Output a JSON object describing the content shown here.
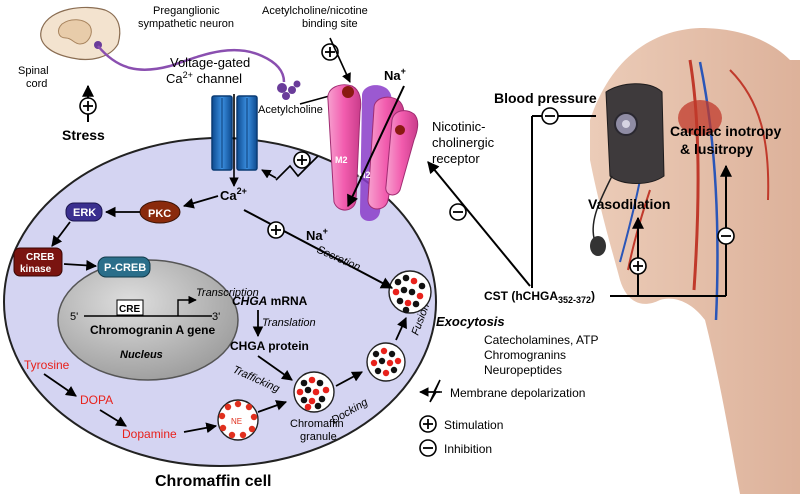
{
  "labels": {
    "preganglionic_1": "Preganglionic",
    "preganglionic_2": "sympathetic neuron",
    "spinal_1": "Spinal",
    "spinal_2": "cord",
    "stress": "Stress",
    "ach_site_1": "Acetylcholine/nicotine",
    "ach_site_2": "binding site",
    "vg_channel_1": "Voltage-gated",
    "vg_channel_2": "Ca",
    "vg_channel_2_sup": "2+",
    "vg_channel_2_rest": " channel",
    "acetylcholine": "Acetylcholine",
    "na_top": "Na",
    "na_bottom": "Na",
    "na_sup": "+",
    "m2": "M2",
    "nicotinic_1": "Nicotinic-",
    "nicotinic_2": "cholinergic",
    "nicotinic_3": "receptor",
    "blood_pressure": "Blood pressure",
    "cardiac_1": "Cardiac inotropy",
    "cardiac_2": "& lusitropy",
    "vasodilation": "Vasodilation",
    "ca2": "Ca",
    "ca2_sup": "2+",
    "erk": "ERK",
    "pkc": "PKC",
    "creb_kinase_1": "CREB",
    "creb_kinase_2": "kinase",
    "pcreb": "P-CREB",
    "secretion": "Secretion",
    "transcription": "Transcription",
    "cre": "CRE",
    "five_prime": "5'",
    "three_prime": "3'",
    "gene": "Chromogranin A gene",
    "nucleus": "Nucleus",
    "chga_mrna_it": "CHGA",
    "chga_mrna_rest": " mRNA",
    "translation": "Translation",
    "chga_protein": "CHGA protein",
    "trafficking": "Trafficking",
    "tyrosine": "Tyrosine",
    "dopa": "DOPA",
    "dopamine": "Dopamine",
    "ne": "NE",
    "granule_1": "Chromaffin",
    "granule_2": "granule",
    "docking": "Docking",
    "fusion": "Fusion",
    "exocytosis": "Exocytosis",
    "cst": "CST (hCHGA",
    "cst_sub": "352-372",
    "cst_end": ")",
    "cargo_1": "Catecholamines, ATP",
    "cargo_2": "Chromogranins",
    "cargo_3": "Neuropeptides",
    "membrane_depol": "Membrane depolarization",
    "legend_stim": "Stimulation",
    "legend_inhib": "Inhibition",
    "cell_title": "Chromaffin cell"
  },
  "colors": {
    "cell_fill": "#d4d4f2",
    "nucleus_fill": "#b9b9b9",
    "channel_blue": "#1f6fc0",
    "receptor_pink": "#f26bbd",
    "receptor_purple": "#8a3cc9",
    "neuron_purple": "#7a3f9d",
    "erk": "#3a2f8f",
    "pkc": "#8a2a0c",
    "creb_kinase": "#7a1410",
    "pcreb": "#2a6e8a",
    "catechol_red": "#e8211b",
    "granule_red": "#e0301e"
  }
}
